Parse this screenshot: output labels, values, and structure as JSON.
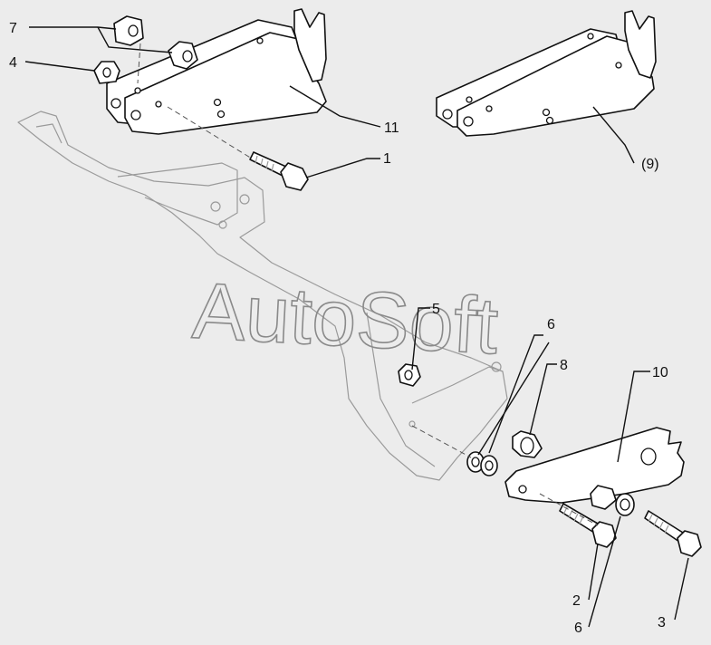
{
  "watermark": "AutoSoft",
  "callouts": {
    "c7": "7",
    "c4": "4",
    "c11": "11",
    "c1": "1",
    "c9": "(9)",
    "c5": "5",
    "c6a": "6",
    "c8": "8",
    "c10": "10",
    "c2": "2",
    "c6b": "6",
    "c3": "3"
  }
}
